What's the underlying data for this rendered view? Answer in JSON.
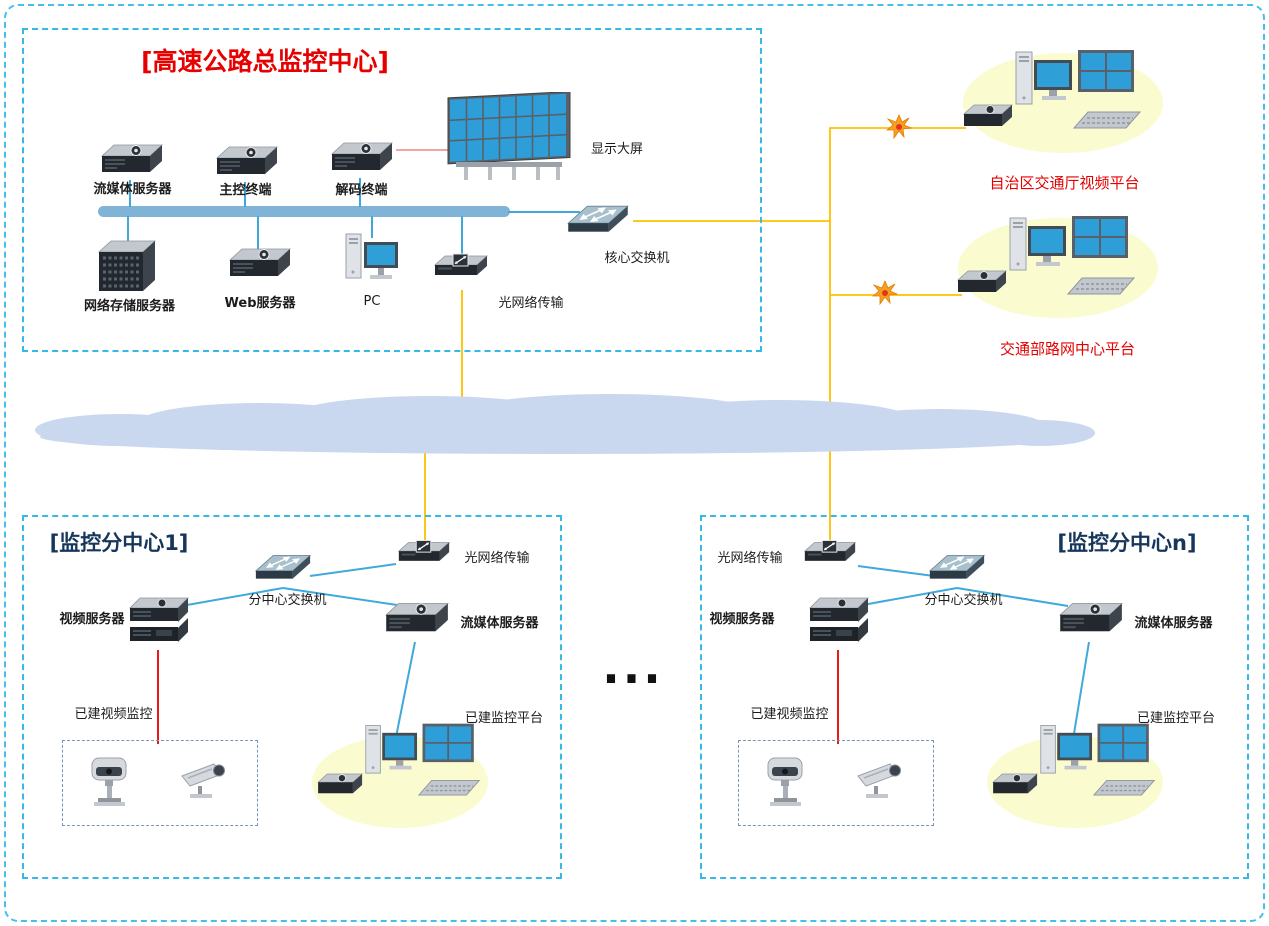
{
  "main_center": {
    "title": "[高速公路总监控中心]",
    "labels": {
      "streaming_server": "流媒体服务器",
      "main_terminal": "主控终端",
      "decoder_terminal": "解码终端",
      "display_wall": "显示大屏",
      "storage_server": "网络存储服务器",
      "web_server": "Web服务器",
      "pc": "PC",
      "optical": "光网络传输",
      "core_switch": "核心交换机"
    }
  },
  "platforms": {
    "region_platform": "自治区交通厅视频平台",
    "ministry_platform": "交通部路网中心平台"
  },
  "subcenter_1": {
    "title": "[监控分中心1]",
    "labels": {
      "switch": "分中心交换机",
      "optical": "光网络传输",
      "video_server": "视频服务器",
      "streaming_server": "流媒体服务器",
      "existing_video": "已建视频监控",
      "existing_platform": "已建监控平台"
    }
  },
  "subcenter_n": {
    "title": "[监控分中心n]",
    "labels": {
      "switch": "分中心交换机",
      "optical": "光网络传输",
      "video_server": "视频服务器",
      "streaming_server": "流媒体服务器",
      "existing_video": "已建视频监控",
      "existing_platform": "已建监控平台"
    }
  },
  "ellipsis": "...",
  "colors": {
    "title_red": "#e60000",
    "subcenter_title": "#16365c",
    "line_blue": "#3fa9dc",
    "line_yellow": "#ffc000",
    "line_red": "#e60000",
    "cloud_fill": "#c9d8ef",
    "platform_ellipse_fill": "#fbfbd0",
    "dashed_border": "#35b9e6",
    "bus_bar": "#7fb3d8"
  }
}
